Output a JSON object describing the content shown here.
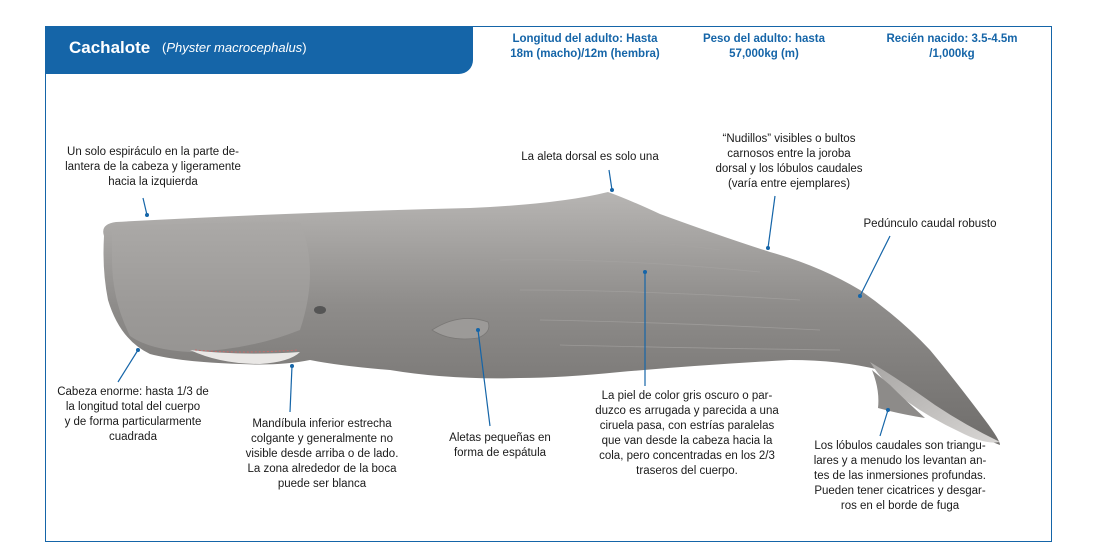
{
  "title": {
    "common_name": "Cachalote",
    "scientific_open": "(",
    "scientific_name": "Physter macrocephalus",
    "scientific_close": ")"
  },
  "stats": {
    "adult_length": [
      "Longitud del adulto: Hasta",
      "18m (macho)/12m (hembra)"
    ],
    "adult_weight": [
      "Peso del adulto: hasta",
      "57,000kg (m)"
    ],
    "newborn": [
      "Recién nacido: 3.5-4.5m",
      "/1,000kg"
    ]
  },
  "labels": {
    "blowhole": [
      "Un solo espiráculo en la parte de-",
      "lantera de la cabeza y ligeramente",
      "hacia la izquierda"
    ],
    "dorsal_fin": [
      "La aleta dorsal es solo una"
    ],
    "knuckles": [
      "“Nudillos” visibles o bultos",
      "carnosos entre la joroba",
      "dorsal y los lóbulos caudales",
      "(varía entre ejemplares)"
    ],
    "peduncle": [
      "Pedúnculo caudal robusto"
    ],
    "head": [
      "Cabeza enorme: hasta 1/3 de",
      "la longitud total del cuerpo",
      "y de forma particularmente",
      "cuadrada"
    ],
    "jaw": [
      "Mandíbula inferior estrecha",
      "colgante y generalmente no",
      "visible desde arriba o de lado.",
      "La zona alrededor de la boca",
      "puede ser blanca"
    ],
    "flippers": [
      "Aletas pequeñas en",
      "forma de espátula"
    ],
    "skin": [
      "La piel de color gris oscuro o par-",
      "duzco es arrugada y parecida a una",
      "ciruela pasa, con estrías paralelas",
      "que van desde la cabeza hacia la",
      "cola, pero concentradas en los 2/3",
      "traseros del cuerpo."
    ],
    "flukes": [
      "Los lóbulos caudales son triangu-",
      "lares y a menudo los levantan an-",
      "tes de las inmersiones profundas.",
      "Pueden tener cicatrices y desgar-",
      "ros en el borde de fuga"
    ]
  },
  "colors": {
    "accent": "#1565a8",
    "whale_body": "#8c8a88",
    "whale_light": "#c9c7c5"
  }
}
